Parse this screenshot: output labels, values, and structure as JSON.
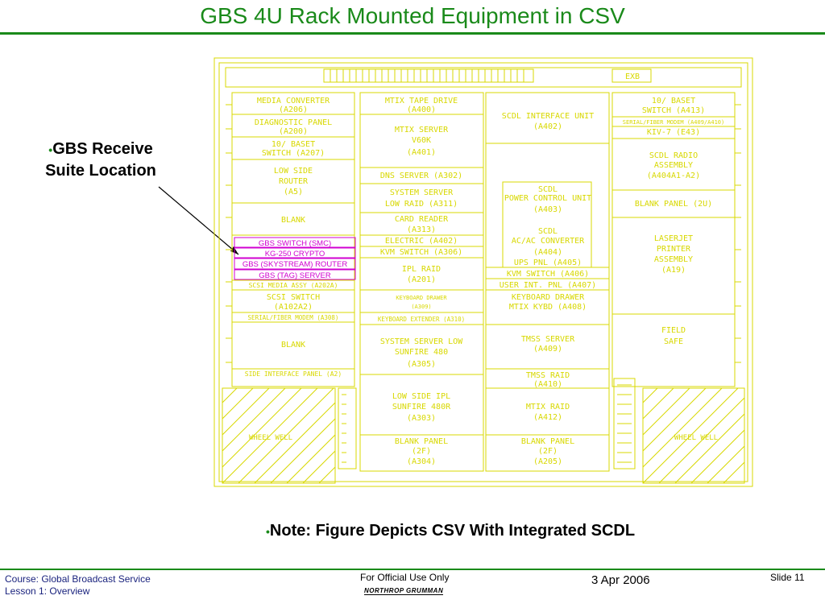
{
  "slide": {
    "title": "GBS 4U Rack Mounted Equipment in CSV",
    "callout": "GBS Receive Suite Location",
    "note": "Note: Figure Depicts CSV With Integrated SCDL"
  },
  "footer": {
    "course": "Course: Global Broadcast Service",
    "lesson": "Lesson 1: Overview",
    "classification": "For Official Use Only",
    "logo": "NORTHROP GRUMMAN",
    "date": "3 Apr 2006",
    "slide_label": "Slide",
    "slide_number": "11"
  },
  "colors": {
    "title": "#1a8a1a",
    "drawing": "#d8d800",
    "gbs_highlight": "#d000d0",
    "footer_text": "#1a237e"
  },
  "rack": {
    "top_label": "EXB",
    "col1": [
      "MEDIA CONVERTER",
      "(A206)",
      "DIAGNOSTIC PANEL",
      "(A200)",
      "10/ BASET",
      "SWITCH (A207)",
      "LOW SIDE",
      "ROUTER",
      "(A5)",
      "BLANK"
    ],
    "gbs": [
      "GBS SWITCH (SMC)",
      "KG-250 CRYPTO",
      "GBS (SKYSTREAM) ROUTER",
      "GBS (TAG) SERVER"
    ],
    "col1_lower": [
      "SCSI MEDIA ASSY (A202A)",
      "SCSI SWITCH",
      "(A102A2)",
      "SERIAL/FIBER MODEM (A308)",
      "BLANK",
      "SIDE INTERFACE PANEL (A2)",
      "WHEEL WELL"
    ],
    "col2": [
      "MTIX TAPE DRIVE",
      "(A400)",
      "MTIX SERVER",
      "V60K",
      "(A401)",
      "DNS SERVER (A302)",
      "SYSTEM SERVER",
      "LOW RAID (A311)",
      "CARD READER",
      "(A313)",
      "ELECTRIC (A402)",
      "KVM SWITCH (A306)",
      "IPL RAID",
      "(A201)",
      "KEYBOARD DRAWER",
      "(A309)",
      "KEYBOARD EXTENDER (A310)",
      "SYSTEM SERVER LOW",
      "SUNFIRE 480",
      "(A305)",
      "LOW SIDE IPL",
      "SUNFIRE 480R",
      "(A303)",
      "BLANK PANEL",
      "(2F)",
      "(A304)"
    ],
    "col3": [
      "SCDL INTERFACE UNIT",
      "(A402)",
      "SCDL",
      "POWER CONTROL UNIT",
      "(A403)",
      "SCDL",
      "AC/AC CONVERTER",
      "(A404)",
      "UPS PNL (A405)",
      "KVM SWITCH (A406)",
      "USER INT. PNL (A407)",
      "KEYBOARD DRAWER",
      "MTIX KYBD (A408)",
      "TMSS SERVER",
      "(A409)",
      "TMSS RAID",
      "(A410)",
      "MTIX RAID",
      "(A412)",
      "BLANK PANEL",
      "(2F)",
      "(A205)"
    ],
    "col4": [
      "10/ BASET",
      "SWITCH (A413)",
      "SERIAL/FIBER MODEM (A409/A410)",
      "KIV-7 (E43)",
      "SCDL RADIO",
      "ASSEMBLY",
      "(A404A1-A2)",
      "BLANK PANEL (2U)",
      "LASERJET",
      "PRINTER",
      "ASSEMBLY",
      "(A19)",
      "FIELD",
      "SAFE",
      "WHEEL WELL"
    ]
  }
}
